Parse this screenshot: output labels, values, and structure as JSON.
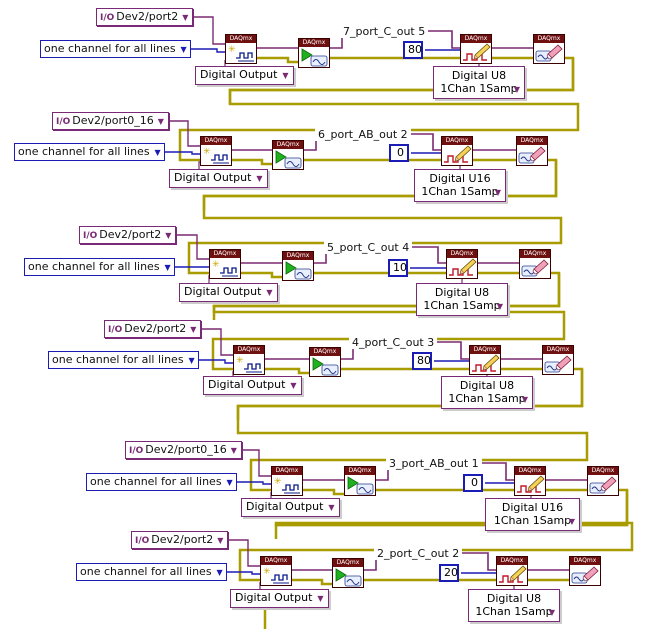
{
  "vi_header": "DAQmx",
  "io_prefix": "I/O",
  "dropdown_arrow": "▼",
  "colors": {
    "daqmx_header": "#6e1010",
    "task_wire": "#7a2a74",
    "error_wire": "#a89c00",
    "numeric_wire": "#1b1bb5"
  },
  "blocks": [
    {
      "channel": "Dev2/port2",
      "lines_mode": "one channel for all lines",
      "channel_type": "Digital Output",
      "task_name": "7_port_C_out 5",
      "value": "80",
      "format": "Digital U8",
      "samp": "1Chan 1Samp"
    },
    {
      "channel": "Dev2/port0_16",
      "lines_mode": "one channel for all lines",
      "channel_type": "Digital Output",
      "task_name": "6_port_AB_out 2",
      "value": "0",
      "format": "Digital U16",
      "samp": "1Chan 1Samp"
    },
    {
      "channel": "Dev2/port2",
      "lines_mode": "one channel for all lines",
      "channel_type": "Digital Output",
      "task_name": "5_port_C_out 4",
      "value": "10",
      "format": "Digital U8",
      "samp": "1Chan 1Samp"
    },
    {
      "channel": "Dev2/port2",
      "lines_mode": "one channel for all lines",
      "channel_type": "Digital Output",
      "task_name": "4_port_C_out 3",
      "value": "80",
      "format": "Digital U8",
      "samp": "1Chan 1Samp"
    },
    {
      "channel": "Dev2/port0_16",
      "lines_mode": "one channel for all lines",
      "channel_type": "Digital Output",
      "task_name": "3_port_AB_out 1",
      "value": "0",
      "format": "Digital U16",
      "samp": "1Chan 1Samp"
    },
    {
      "channel": "Dev2/port2",
      "lines_mode": "one channel for all lines",
      "channel_type": "Digital Output",
      "task_name": "2_port_C_out 2",
      "value": "20",
      "format": "Digital U8",
      "samp": "1Chan 1Samp"
    }
  ]
}
